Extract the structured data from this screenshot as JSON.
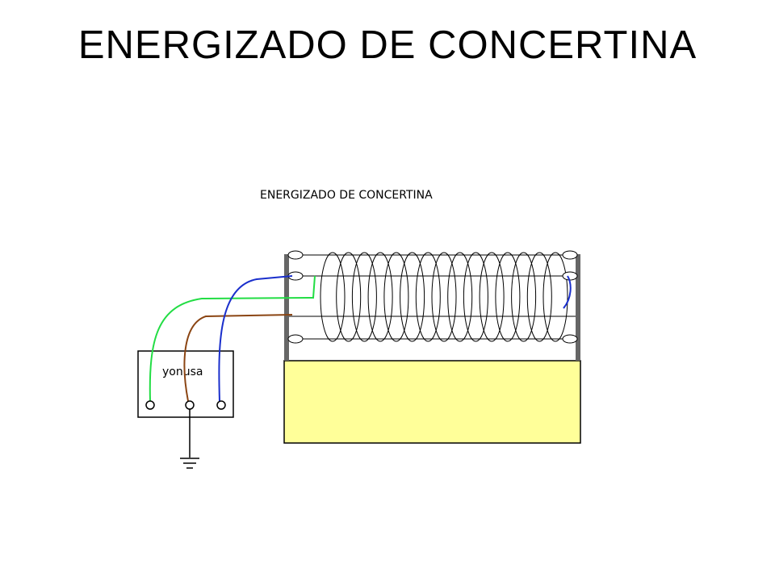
{
  "slide": {
    "title": "ENERGIZADO DE CONCERTINA"
  },
  "diagram": {
    "caption": "ENERGIZADO DE CONCERTINA",
    "energizer_label": "yonusa",
    "wire_colors": {
      "green": "#22dd44",
      "brown": "#8b4513",
      "blue": "#1a2fcc"
    },
    "base_color": "#ffff99",
    "post_color": "#666666",
    "coil_loops": 15
  }
}
